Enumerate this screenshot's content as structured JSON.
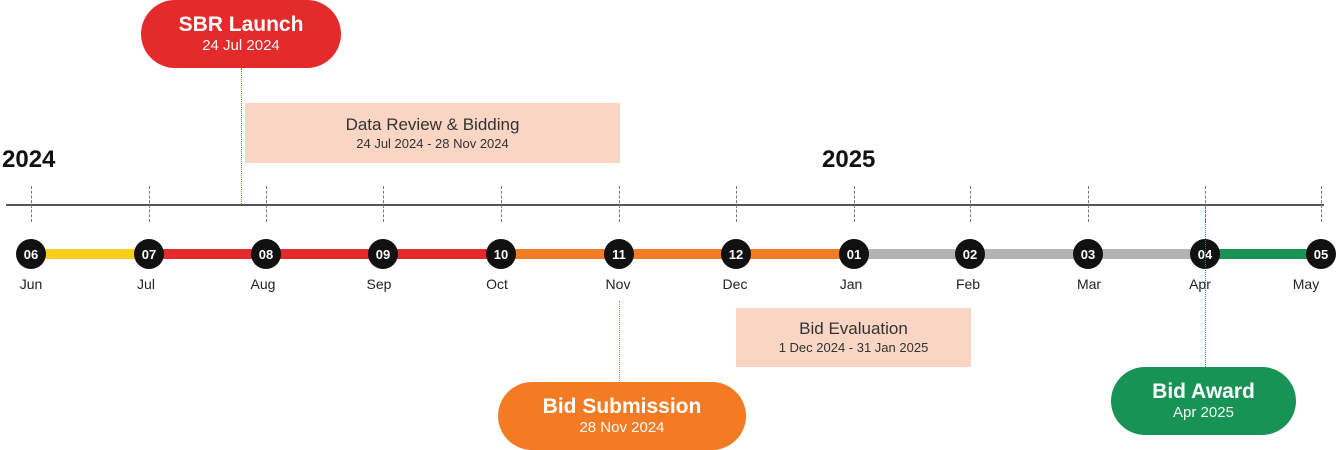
{
  "years": [
    "2024",
    "2025"
  ],
  "months": [
    {
      "num": "06",
      "name": "Jun"
    },
    {
      "num": "07",
      "name": "Jul"
    },
    {
      "num": "08",
      "name": "Aug"
    },
    {
      "num": "09",
      "name": "Sep"
    },
    {
      "num": "10",
      "name": "Oct"
    },
    {
      "num": "11",
      "name": "Nov"
    },
    {
      "num": "12",
      "name": "Dec"
    },
    {
      "num": "01",
      "name": "Jan"
    },
    {
      "num": "02",
      "name": "Feb"
    },
    {
      "num": "03",
      "name": "Mar"
    },
    {
      "num": "04",
      "name": "Apr"
    },
    {
      "num": "05",
      "name": "May"
    }
  ],
  "milestones": {
    "sbr_launch": {
      "title": "SBR Launch",
      "date": "24 Jul 2024"
    },
    "bid_submission": {
      "title": "Bid Submission",
      "date": "28 Nov 2024"
    },
    "bid_award": {
      "title": "Bid Award",
      "date": "Apr 2025"
    }
  },
  "phases": {
    "data_review": {
      "title": "Data Review & Bidding",
      "dates": "24 Jul 2024 - 28 Nov 2024"
    },
    "bid_evaluation": {
      "title": "Bid Evaluation",
      "dates": "1 Dec 2024 - 31 Jan 2025"
    }
  },
  "colors": {
    "yellow": "#f7cf1b",
    "red": "#e42b2b",
    "orange": "#f27b24",
    "gray": "#b3b3b3",
    "green": "#179455",
    "phase_box": "#f9d5c3"
  }
}
